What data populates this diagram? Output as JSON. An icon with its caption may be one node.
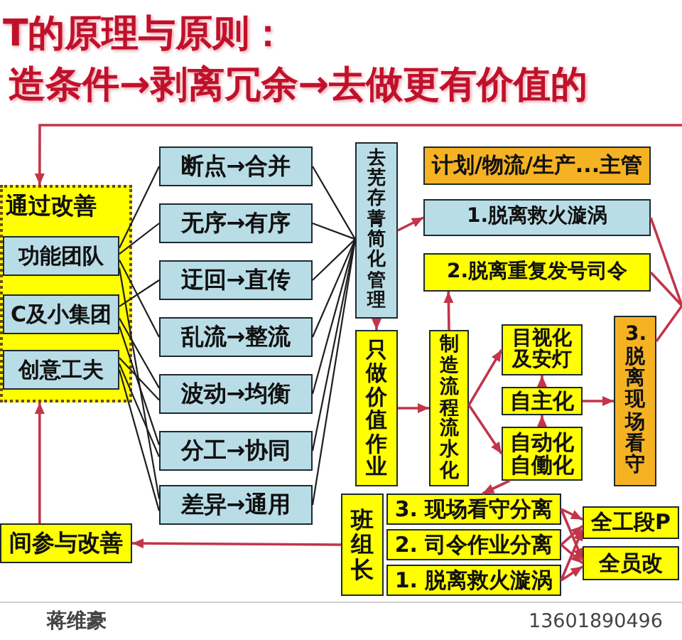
{
  "diagram": {
    "title": "T的原理与原则：",
    "nodes": [
      {
        "text": [
          "通过改善"
        ]
      },
      {
        "text": [
          "功能团队"
        ],
        "in": 0
      },
      {
        "text": [
          "C及小集团"
        ],
        "in": 0
      },
      {
        "text": [
          "创意工夫"
        ],
        "in": 0
      },
      {
        "text": [
          "断点→合并"
        ]
      },
      {
        "text": [
          "无序→有序"
        ]
      },
      {
        "text": [
          "迂回→直传"
        ]
      },
      {
        "text": [
          "乱流→整流"
        ]
      },
      {
        "text": [
          "波动→均衡"
        ]
      },
      {
        "text": [
          "分工→协同"
        ]
      },
      {
        "text": [
          "差异→通用"
        ]
      },
      {
        "text": [
          "去芜存菁简化管理"
        ]
      },
      {
        "text": [
          "计划/物流/生产...主管"
        ]
      },
      {
        "text": [
          "1.脱离救火漩涡"
        ]
      },
      {
        "text": [
          "2.脱离重复发号司令"
        ]
      },
      {
        "text": [
          "只做价值作业"
        ]
      },
      {
        "text": [
          "制造流程流水化"
        ]
      },
      {
        "text": [
          "目视化及安灯"
        ]
      },
      {
        "text": [
          "自主化"
        ]
      },
      {
        "text": [
          "自动化自働化"
        ]
      },
      {
        "text": [
          "3.脱离现场看守"
        ]
      },
      {
        "text": [
          "间参与改善"
        ]
      },
      {
        "text": [
          "班组长"
        ]
      },
      {
        "text": [
          "3. 现场看守分离"
        ]
      },
      {
        "text": [
          "2. 司令作业分离"
        ]
      },
      {
        "text": [
          "1. 脱离救火漩涡"
        ]
      },
      {
        "text": [
          "全工段P"
        ]
      },
      {
        "text": [
          "全员改"
        ]
      }
    ],
    "edges": [
      {
        "from": null,
        "to": 0,
        "arrow": "to"
      },
      {
        "from": 1,
        "to": 4,
        "arrow": "none",
        "color": "#1e1e1e"
      },
      {
        "from": 1,
        "to": 5,
        "arrow": "none",
        "color": "#1e1e1e"
      },
      {
        "from": 1,
        "to": 7,
        "arrow": "none",
        "color": "#1e1e1e"
      },
      {
        "from": 1,
        "to": 10,
        "arrow": "none",
        "color": "#1e1e1e"
      },
      {
        "from": 2,
        "to": 6,
        "arrow": "none",
        "color": "#1e1e1e"
      },
      {
        "from": 2,
        "to": 8,
        "arrow": "none",
        "color": "#1e1e1e"
      },
      {
        "from": 2,
        "to": 9,
        "arrow": "none",
        "color": "#1e1e1e"
      },
      {
        "from": 3,
        "to": 8,
        "arrow": "none",
        "color": "#1e1e1e"
      },
      {
        "from": 3,
        "to": 9,
        "arrow": "none",
        "color": "#1e1e1e"
      },
      {
        "from": 3,
        "to": 10,
        "arrow": "none",
        "color": "#1e1e1e"
      },
      {
        "from": 4,
        "to": 11,
        "arrow": "none",
        "color": "#1e1e1e"
      },
      {
        "from": 5,
        "to": 11,
        "arrow": "none",
        "color": "#1e1e1e"
      },
      {
        "from": 6,
        "to": 11,
        "arrow": "none",
        "color": "#1e1e1e"
      },
      {
        "from": 7,
        "to": 11,
        "arrow": "none",
        "color": "#1e1e1e"
      },
      {
        "from": 8,
        "to": 11,
        "arrow": "none",
        "color": "#1e1e1e"
      },
      {
        "from": 9,
        "to": 11,
        "arrow": "none",
        "color": "#1e1e1e"
      },
      {
        "from": 10,
        "to": 11,
        "arrow": "none",
        "color": "#1e1e1e"
      },
      {
        "from": 11,
        "to": 13,
        "arrow": "to"
      },
      {
        "from": 11,
        "to": 15,
        "arrow": "to"
      },
      {
        "from": 15,
        "to": 16,
        "arrow": "to"
      },
      {
        "from": 16,
        "to": 14,
        "arrow": "to"
      },
      {
        "from": 16,
        "to": 17,
        "arrow": "to"
      },
      {
        "from": 16,
        "to": 19,
        "arrow": "to"
      },
      {
        "from": 18,
        "to": 17,
        "arrow": "to"
      },
      {
        "from": 19,
        "to": 18,
        "arrow": "to"
      },
      {
        "from": 18,
        "to": 20,
        "arrow": "to"
      },
      {
        "from": 19,
        "to": 23,
        "arrow": "to"
      },
      {
        "from": 23,
        "to": 26,
        "arrow": "to"
      },
      {
        "from": 23,
        "to": 27,
        "arrow": "to"
      },
      {
        "from": 24,
        "to": 26,
        "arrow": "to"
      },
      {
        "from": 24,
        "to": 27,
        "arrow": "to"
      },
      {
        "from": 25,
        "to": 26,
        "arrow": "to"
      },
      {
        "from": 25,
        "to": 27,
        "arrow": "to"
      },
      {
        "from": 22,
        "to": 21,
        "arrow": "to"
      },
      {
        "from": 21,
        "to": 0,
        "arrow": "to"
      },
      {
        "from": 13,
        "to": null,
        "arrow": "none"
      },
      {
        "from": 14,
        "to": null,
        "arrow": "none"
      },
      {
        "from": 20,
        "to": null,
        "arrow": "none"
      }
    ],
    "labels": [
      "造条件→剥离冗余→去做更有价值的",
      "蒋维豪",
      "13601890496"
    ]
  }
}
